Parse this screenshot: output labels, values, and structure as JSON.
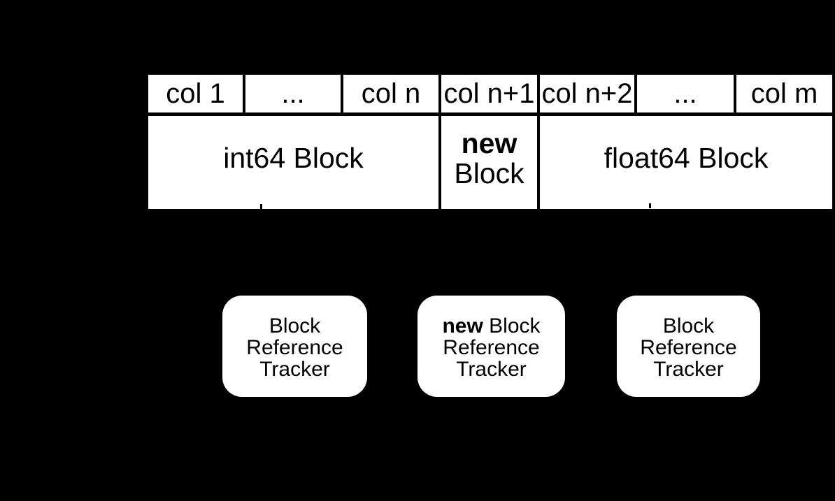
{
  "colors": {
    "background": "#000000",
    "surface": "#ffffff",
    "line": "#000000",
    "text": "#000000"
  },
  "table": {
    "headers": [
      "col 1",
      "...",
      "col n",
      "col n+1",
      "col n+2",
      "...",
      "col m"
    ],
    "blocks": {
      "int64": {
        "label": "int64 Block"
      },
      "new": {
        "line1_bold": "new",
        "line2": "Block"
      },
      "float64": {
        "label": "float64 Block"
      }
    }
  },
  "trackers": [
    {
      "line1_bold": "",
      "line1": "Block",
      "line2": "Reference",
      "line3": "Tracker"
    },
    {
      "line1_bold": "new",
      "line1": " Block",
      "line2": "Reference",
      "line3": "Tracker"
    },
    {
      "line1_bold": "",
      "line1": "Block",
      "line2": "Reference",
      "line3": "Tracker"
    }
  ]
}
